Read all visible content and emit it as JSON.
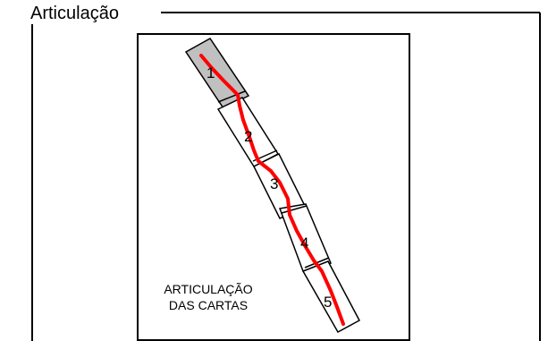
{
  "panel": {
    "title": "Articulação"
  },
  "map": {
    "caption_line1": "ARTICULAÇÃO",
    "caption_line2": "DAS CARTAS",
    "sheets": [
      {
        "label": "1",
        "highlighted": true
      },
      {
        "label": "2",
        "highlighted": false
      },
      {
        "label": "3",
        "highlighted": false
      },
      {
        "label": "4",
        "highlighted": false
      },
      {
        "label": "5",
        "highlighted": false
      }
    ],
    "colors": {
      "route": "#ff0000",
      "highlight_fill": "#c0c0c0",
      "sheet_fill": "#ffffff",
      "outline": "#000000"
    }
  }
}
